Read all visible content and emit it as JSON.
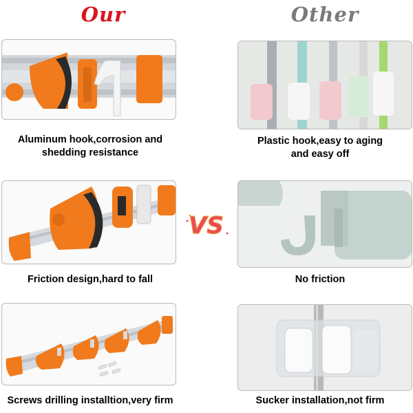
{
  "headings": {
    "ours": "Our",
    "other": "Other"
  },
  "vs_label": "VS",
  "rows": [
    {
      "ours_caption": [
        "Aluminum hook,corrosion and",
        "shedding resistance"
      ],
      "other_caption": [
        "Plastic hook,easy to aging",
        "and easy off"
      ]
    },
    {
      "ours_caption": [
        "Friction design,hard to fall"
      ],
      "other_caption": [
        "No friction"
      ]
    },
    {
      "ours_caption": [
        "Screws drilling installtion,very firm"
      ],
      "other_caption": [
        "Sucker installation,not firm"
      ]
    }
  ],
  "colors": {
    "ours_heading": "#d6161e",
    "other_heading": "#7a7a7a",
    "accent_orange": "#f07a1c",
    "aluminum": "#cfd2d6",
    "vs_red": "#e84a5a",
    "vs_orange": "#f08a2c"
  }
}
